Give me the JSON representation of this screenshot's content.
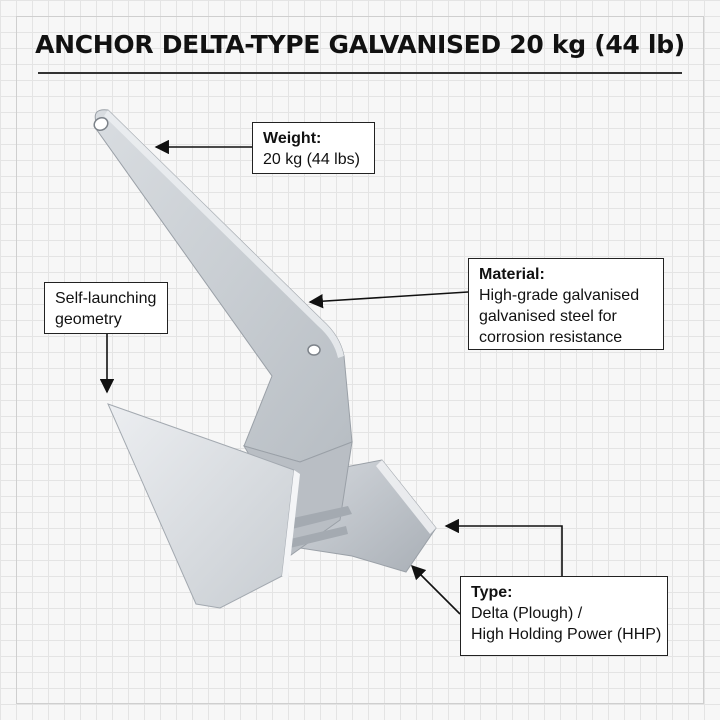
{
  "title": "ANCHOR DELTA-TYPE GALVANISED 20 kg (44 lb)",
  "callouts": {
    "weight": {
      "label": "Weight:",
      "lines": [
        "20 kg (44 lbs)"
      ]
    },
    "material": {
      "label": "Material:",
      "lines": [
        "High-grade galvanised",
        "galvanised steel for",
        "corrosion resistance"
      ]
    },
    "self_launching": {
      "lines": [
        "Self-launching",
        "geometry"
      ]
    },
    "type": {
      "label": "Type:",
      "lines": [
        "Delta (Plough) /",
        "High Holding Power (HHP)"
      ]
    }
  },
  "colors": {
    "steel_light": "#e3e6ea",
    "steel_mid": "#c4c9cf",
    "steel_dark": "#9ca2a9",
    "outline": "#222222"
  }
}
